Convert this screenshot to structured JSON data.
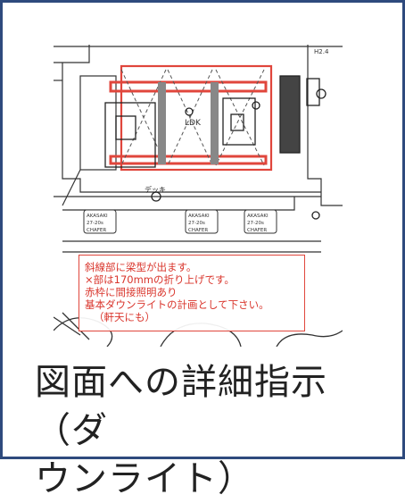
{
  "caption": {
    "line1": "図面への詳細指示（ダ",
    "line2": "ウンライト）"
  },
  "drawing": {
    "labels": {
      "deck": "デッキ",
      "ldk": "LDK",
      "top_right": "H2.4"
    },
    "fixtures": [
      {
        "code": "AKASAKI",
        "line2": "27-20s",
        "line3": "CHAFER"
      },
      {
        "code": "AKASAKI",
        "line2": "27-20s",
        "line3": "CHAFER"
      },
      {
        "code": "AKASAKI",
        "line2": "27-20s",
        "line3": "CHAFER"
      }
    ],
    "note": [
      "斜線部に梁型が出ます。",
      "×部は170mmの折り上げです。",
      "赤枠に間接照明あり",
      "基本ダウンライトの計画として下さい。",
      "（軒天にも）"
    ]
  },
  "colors": {
    "frame": "#2e4a7d",
    "annotation": "#e0463c"
  }
}
